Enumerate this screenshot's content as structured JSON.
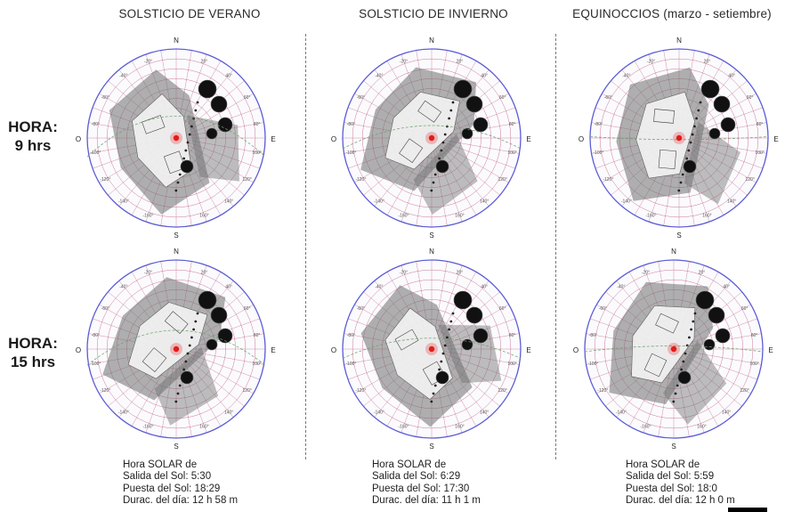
{
  "columns": [
    {
      "title": "SOLSTICIO DE VERANO",
      "info": [
        "Hora SOLAR de",
        "Salida del Sol: 5:30",
        "Puesta del Sol: 18:29",
        "Durac. del día: 12 h 58 m"
      ]
    },
    {
      "title": "SOLSTICIO DE INVIERNO",
      "info": [
        "Hora SOLAR de",
        "Salida del Sol: 6:29",
        "Puesta del Sol: 17:30",
        "Durac. del día: 11 h 1 m"
      ]
    },
    {
      "title": "EQUINOCCIOS (marzo - setiembre)",
      "info": [
        "Hora SOLAR de",
        "Salida del Sol: 5:59",
        "Puesta del Sol: 18:0",
        "Durac. del día: 12 h 0 m"
      ]
    }
  ],
  "rows": [
    {
      "label_line1": "HORA:",
      "label_line2": "9 hrs"
    },
    {
      "label_line1": "HORA:",
      "label_line2": "15 hrs"
    }
  ],
  "compass": {
    "north": "N",
    "south": "S",
    "east": "E",
    "west": "O"
  },
  "azimuth_labels": [
    "-160°",
    "160°",
    "-140°",
    "140°",
    "-120°",
    "120°",
    "-100°",
    "100°",
    "-80°",
    "80°",
    "-60°",
    "60°",
    "-40°",
    "40°",
    "-20°",
    "20°"
  ],
  "colors": {
    "outer_ring": "#5b5bd6",
    "grid": "#c0567f",
    "shadow": "#6f6f6f",
    "tree": "#111111",
    "sun": "#e41b1b"
  }
}
